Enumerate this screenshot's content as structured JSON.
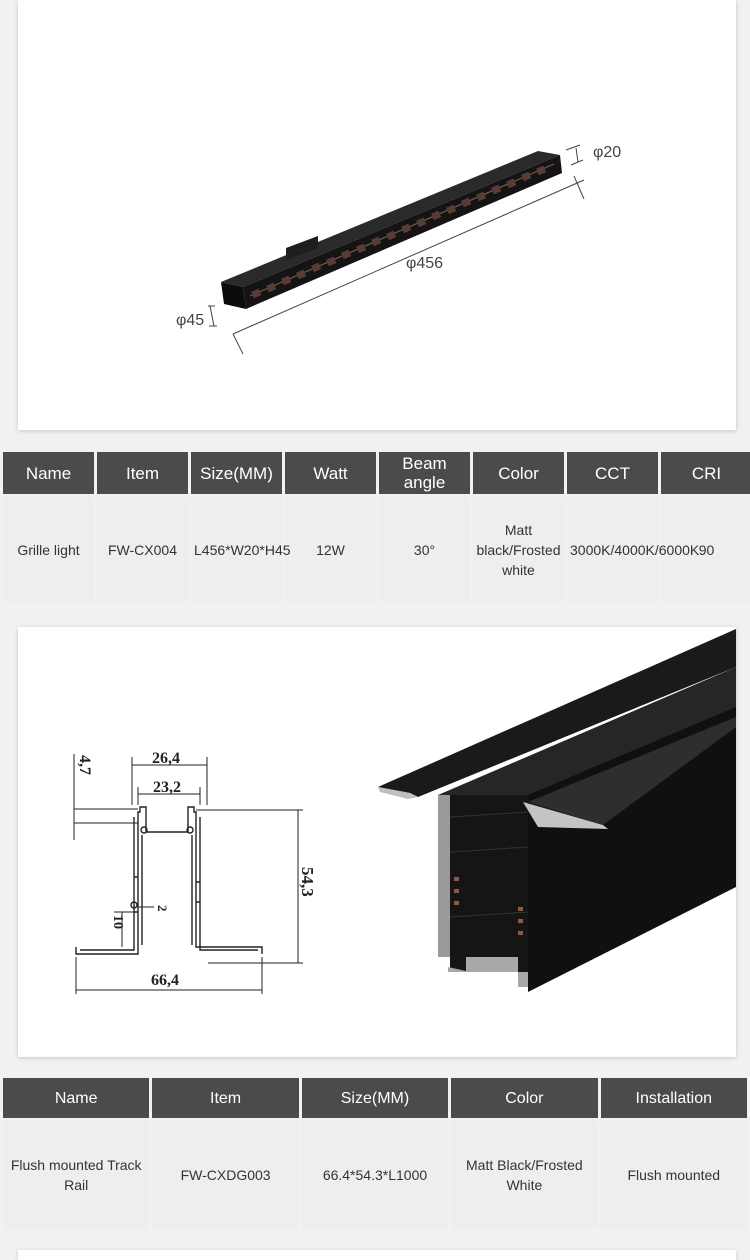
{
  "product1": {
    "dim_width": "φ20",
    "dim_length": "φ456",
    "dim_height": "φ45"
  },
  "table1": {
    "headers": [
      "Name",
      "Item",
      "Size(MM)",
      "Watt",
      "Beam angle",
      "Color",
      "CCT",
      "CRI"
    ],
    "row": [
      "Grille light",
      "FW-CX004",
      "L456*W20*H45",
      "12W",
      "30°",
      "Matt black/Frosted white",
      "3000K/4000K/6000K",
      "90"
    ]
  },
  "product2": {
    "dim_top_outer": "26,4",
    "dim_top_inner": "23,2",
    "dim_lip": "4,7",
    "dim_height": "54,3",
    "dim_small_gap": "2",
    "dim_small_height": "10",
    "dim_bottom": "66,4"
  },
  "table2": {
    "headers": [
      "Name",
      "Item",
      "Size(MM)",
      "Color",
      "Installation"
    ],
    "row": [
      "Flush mounted Track Rail",
      "FW-CXDG003",
      "66.4*54.3*L1000",
      "Matt Black/Frosted White",
      "Flush mounted"
    ]
  }
}
